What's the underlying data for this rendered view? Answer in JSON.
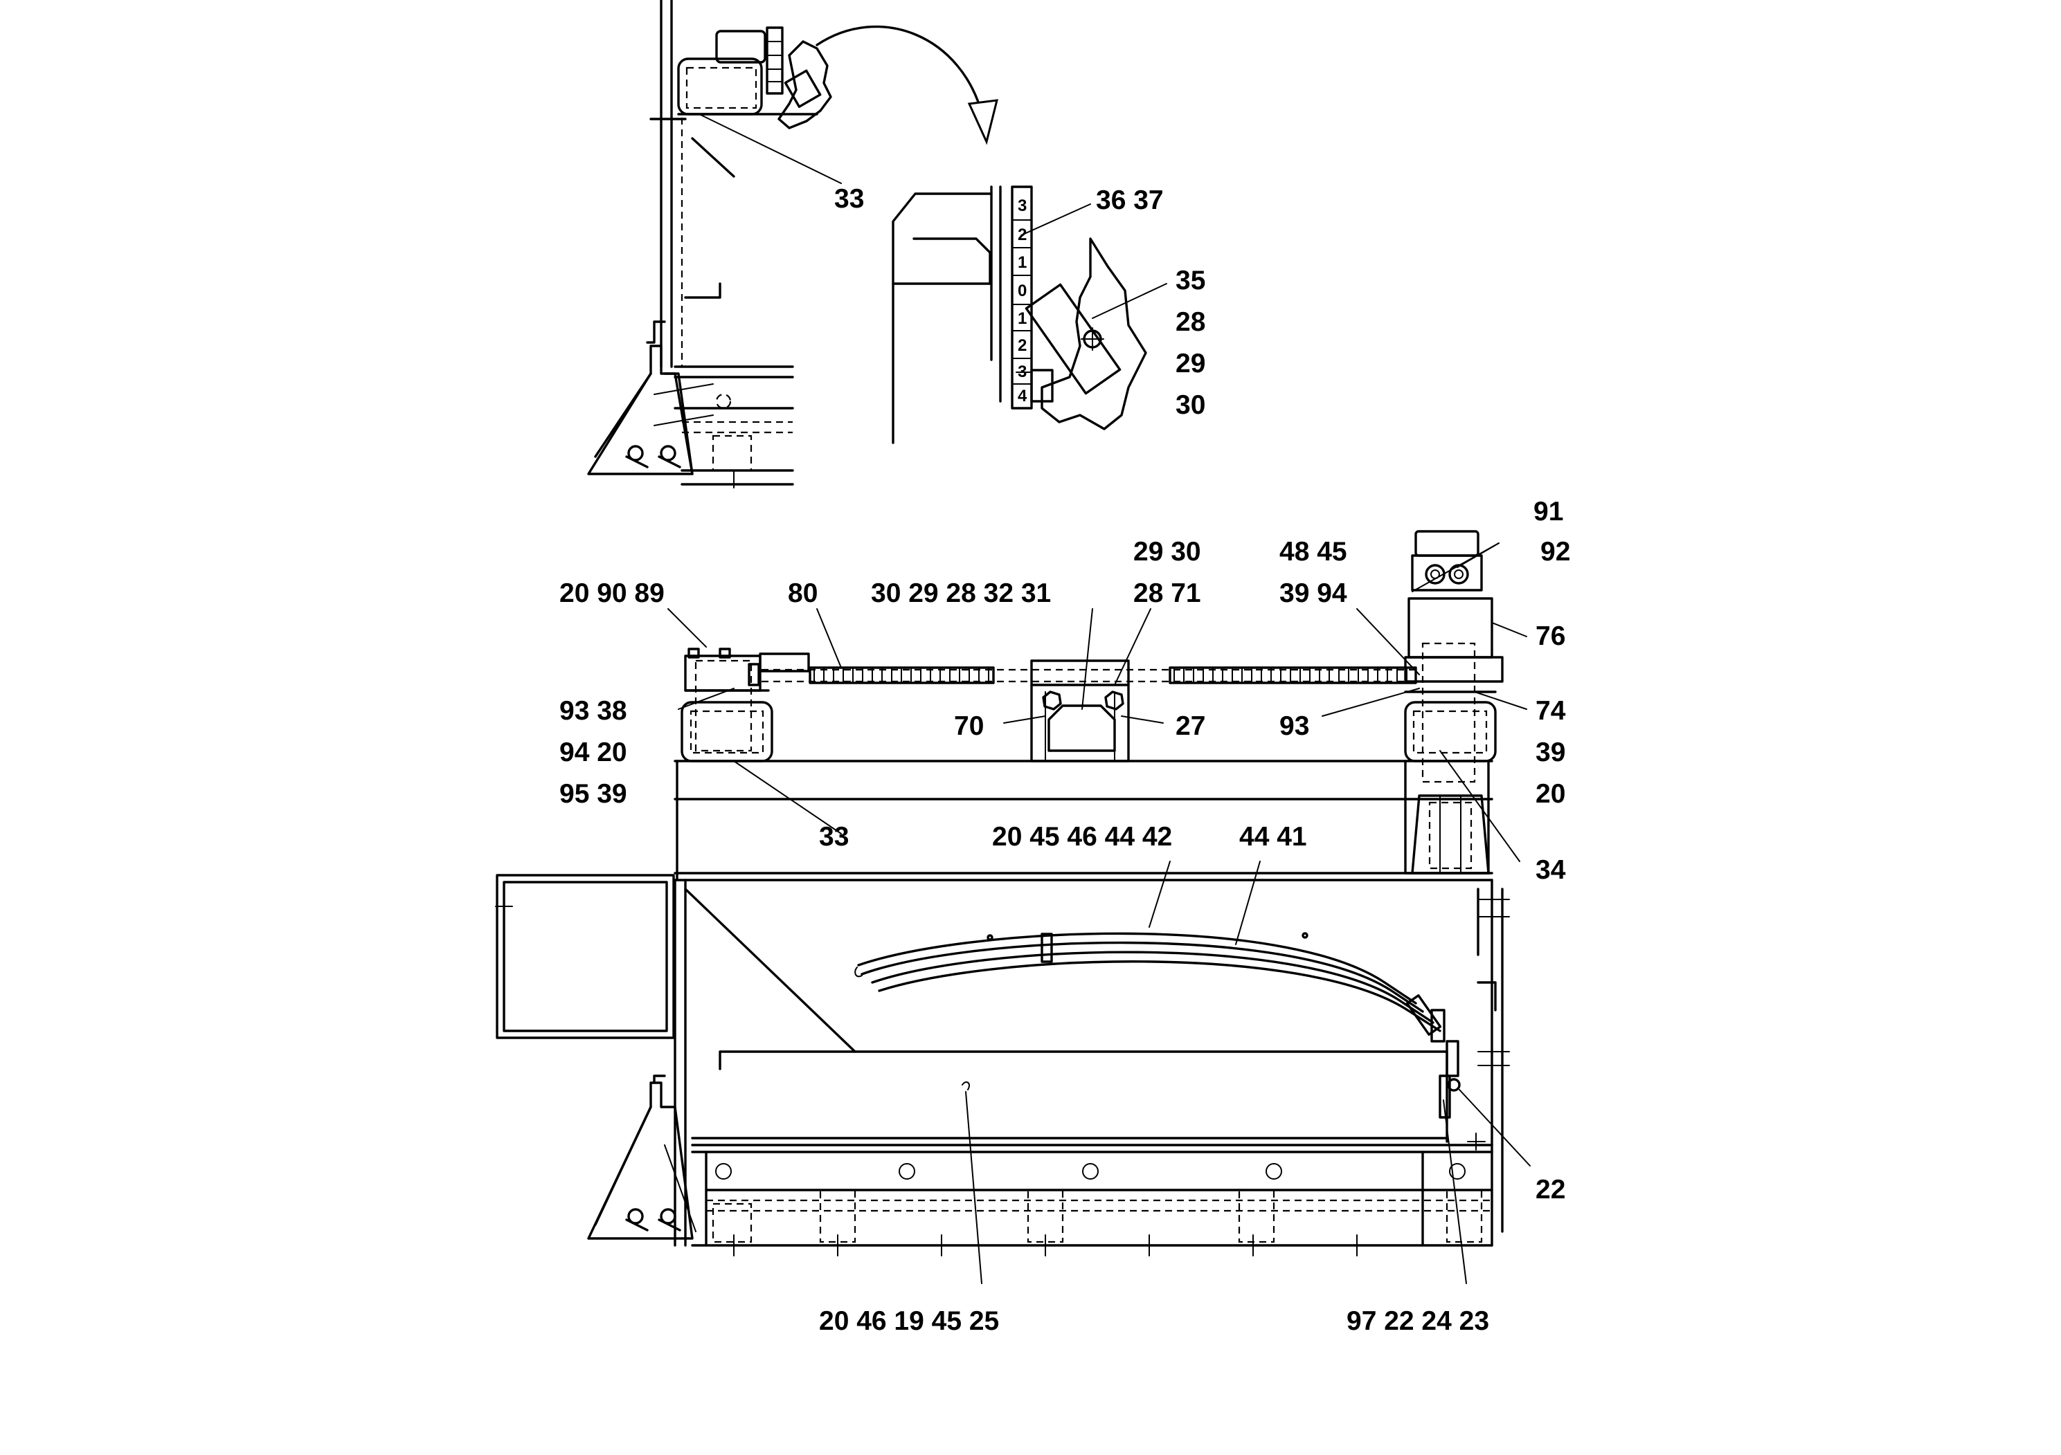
{
  "labels": {
    "l33_top": "33",
    "l3637": "36 37",
    "l35": "35",
    "l28": "28",
    "l29": "29",
    "l30": "30",
    "l91": "91",
    "l92": "92",
    "l2930": "29 30",
    "l4845": "48 45",
    "l2871": "28 71",
    "l3994": "39 94",
    "l209089": "20 90 89",
    "l80": "80",
    "l3029283231": "30 29 28 32 31",
    "l76": "76",
    "l9338": "93 38",
    "l70": "70",
    "l27": "27",
    "l93": "93",
    "l74": "74",
    "l9420": "94 20",
    "l39": "39",
    "l9539": "95 39",
    "l20": "20",
    "l33_mid": "33",
    "l2045464442": "20 45 46 44 42",
    "l4441": "44 41",
    "l34": "34",
    "l22": "22",
    "l2046194525": "20 46 19 45 25",
    "l97222423": "97 22 24 23"
  },
  "scale_marks": [
    "3",
    "2",
    "1",
    "0",
    "1",
    "2",
    "3",
    "4"
  ]
}
